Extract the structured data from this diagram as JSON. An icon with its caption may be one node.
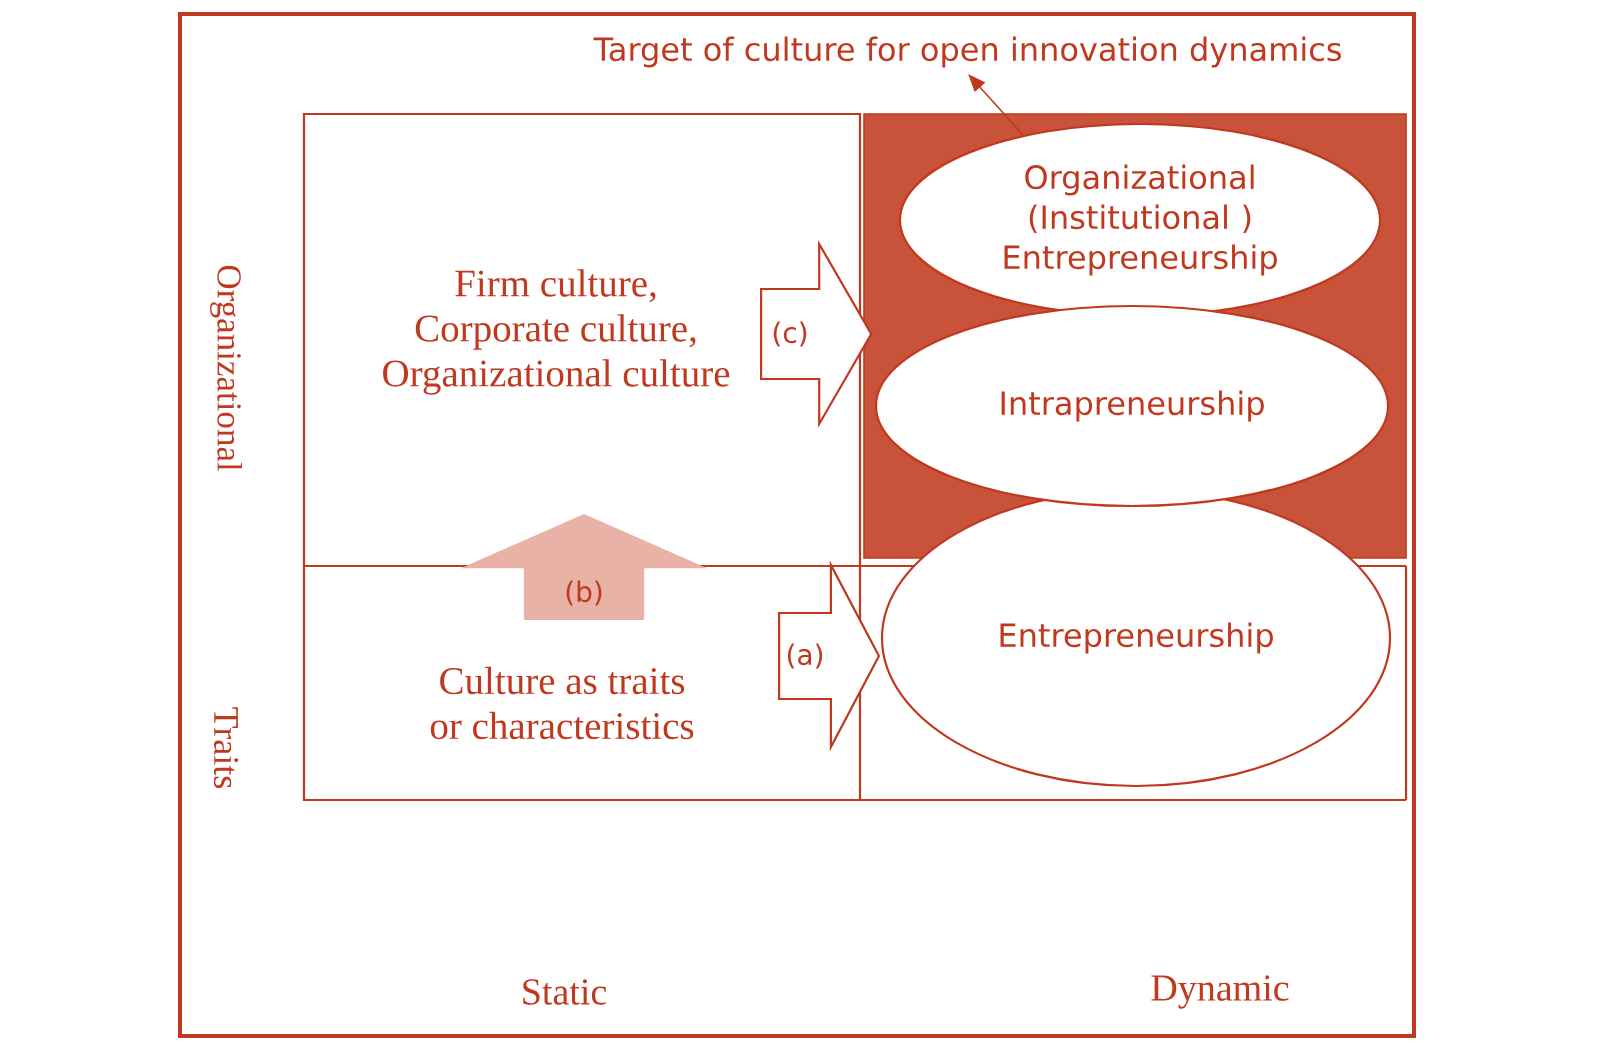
{
  "diagram": {
    "nodes": [
      {
        "text": [
          "Target of culture for open innovation dynamics"
        ]
      },
      {
        "text": [
          "Firm culture, Corporate culture, Organizational culture"
        ]
      },
      {
        "text": [],
        "shape": "box"
      },
      {
        "text": [
          "Organizational (Institutional ) Entrepreneurship"
        ],
        "in": 2
      },
      {
        "text": [
          "Intrapreneurship"
        ],
        "in": 2
      },
      {
        "text": [
          "Culture as traits or characteristics"
        ]
      },
      {
        "text": [
          "Entrepreneurship"
        ]
      }
    ],
    "edges": [
      {
        "from": 3,
        "to": 0,
        "arrow": "to"
      },
      {
        "from": 1,
        "to": 2,
        "arrow": "to",
        "label": "(c)",
        "style": "thick"
      },
      {
        "from": 5,
        "to": 1,
        "arrow": "to",
        "label": "(b)",
        "style": "thick",
        "color": "#e8b3a6"
      },
      {
        "from": 5,
        "to": 6,
        "arrow": "to",
        "label": "(a)",
        "style": "thick"
      }
    ],
    "labels": [
      "Organizational",
      "Traits",
      "Static",
      "Dynamic"
    ]
  }
}
